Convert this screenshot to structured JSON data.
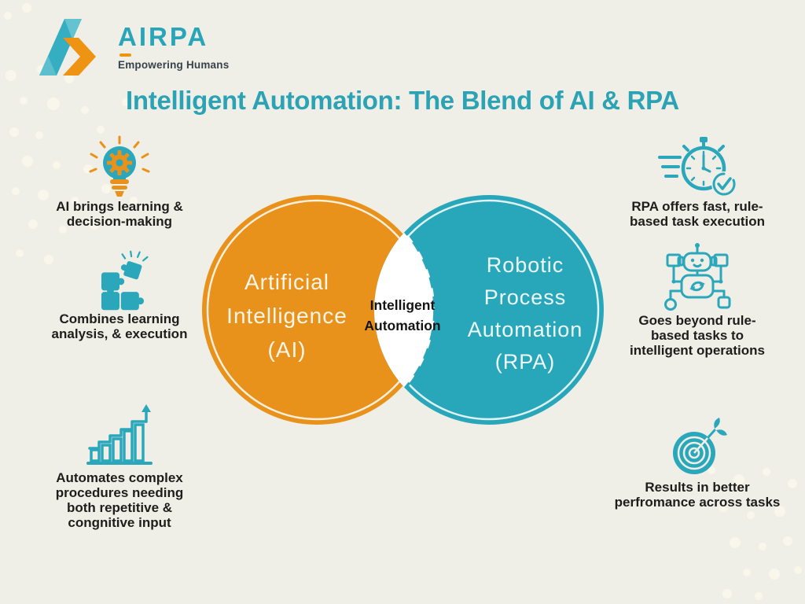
{
  "logo": {
    "brand": "AIRPA",
    "tagline": "Empowering Humans"
  },
  "title": "Intelligent Automation: The Blend of AI & RPA",
  "venn": {
    "left": {
      "label_lines": [
        "Artificial",
        "Intelligence",
        "(AI)"
      ],
      "color": "#E8921C"
    },
    "right": {
      "label_lines": [
        "Robotic",
        "Process",
        "Automation",
        "(RPA)"
      ],
      "color": "#29A7BA"
    },
    "overlap": {
      "label_lines": [
        "Intelligent",
        "Automation"
      ],
      "color": "#FFFFFF"
    }
  },
  "left_items": [
    {
      "icon": "lightbulb-gear-icon",
      "lines": [
        "AI brings learning &",
        "decision-making"
      ]
    },
    {
      "icon": "puzzle-icon",
      "lines": [
        "Combines learning",
        "analysis, & execution"
      ]
    },
    {
      "icon": "growth-chart-icon",
      "lines": [
        "Automates complex",
        "procedures needing",
        "both repetitive &",
        "congnitive input"
      ]
    }
  ],
  "right_items": [
    {
      "icon": "stopwatch-check-icon",
      "lines": [
        "RPA offers fast, rule-",
        "based task execution"
      ]
    },
    {
      "icon": "robot-icon",
      "lines": [
        "Goes beyond rule-",
        "based tasks to",
        "intelligent operations"
      ]
    },
    {
      "icon": "target-arrow-icon",
      "lines": [
        "Results in better",
        "perfromance across tasks"
      ]
    }
  ],
  "colors": {
    "teal": "#29A7BA",
    "orange": "#E8921C",
    "background": "#F0EFE7",
    "text_dark": "#1D1D1B",
    "title_teal": "#2BA3B5"
  }
}
